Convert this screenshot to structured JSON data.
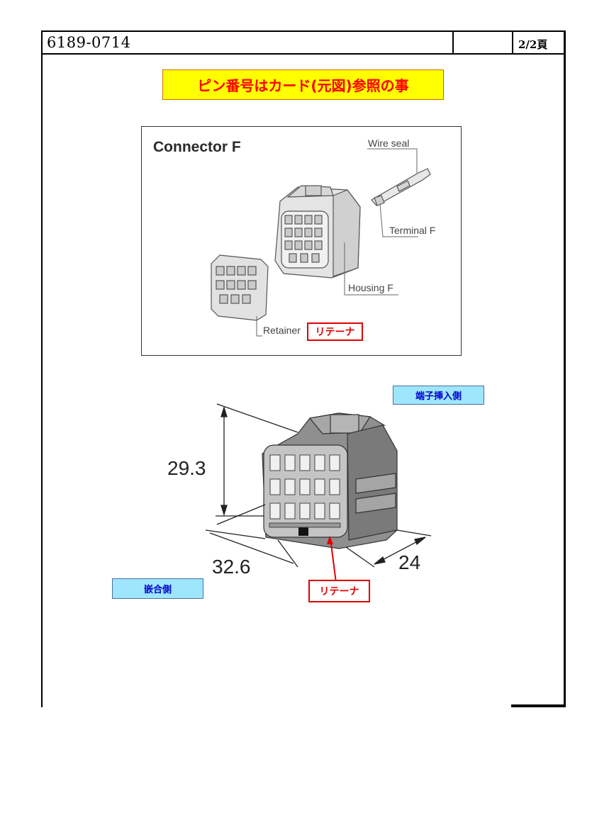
{
  "header": {
    "doc_number": "6189-0714",
    "page": "2/2頁"
  },
  "note": "ピン番号はカード(元図)参照の事",
  "exploded_view": {
    "title": "Connector F",
    "labels": {
      "wire_seal": "Wire seal",
      "terminal": "Terminal F",
      "housing": "Housing F",
      "retainer": "Retainer"
    },
    "retainer_tag": "リテーナ"
  },
  "dimension_view": {
    "height": "29.3",
    "width": "32.6",
    "depth": "24",
    "terminal_side_tag": "端子挿入側",
    "mating_side_tag": "嵌合側",
    "retainer_tag": "リテーナ"
  },
  "colors": {
    "banner_bg": "#ffff00",
    "banner_text": "#ff0000",
    "tag_red": "#e00000",
    "tag_blue_bg": "#9ee6fb",
    "tag_blue_text": "#0000cc"
  }
}
